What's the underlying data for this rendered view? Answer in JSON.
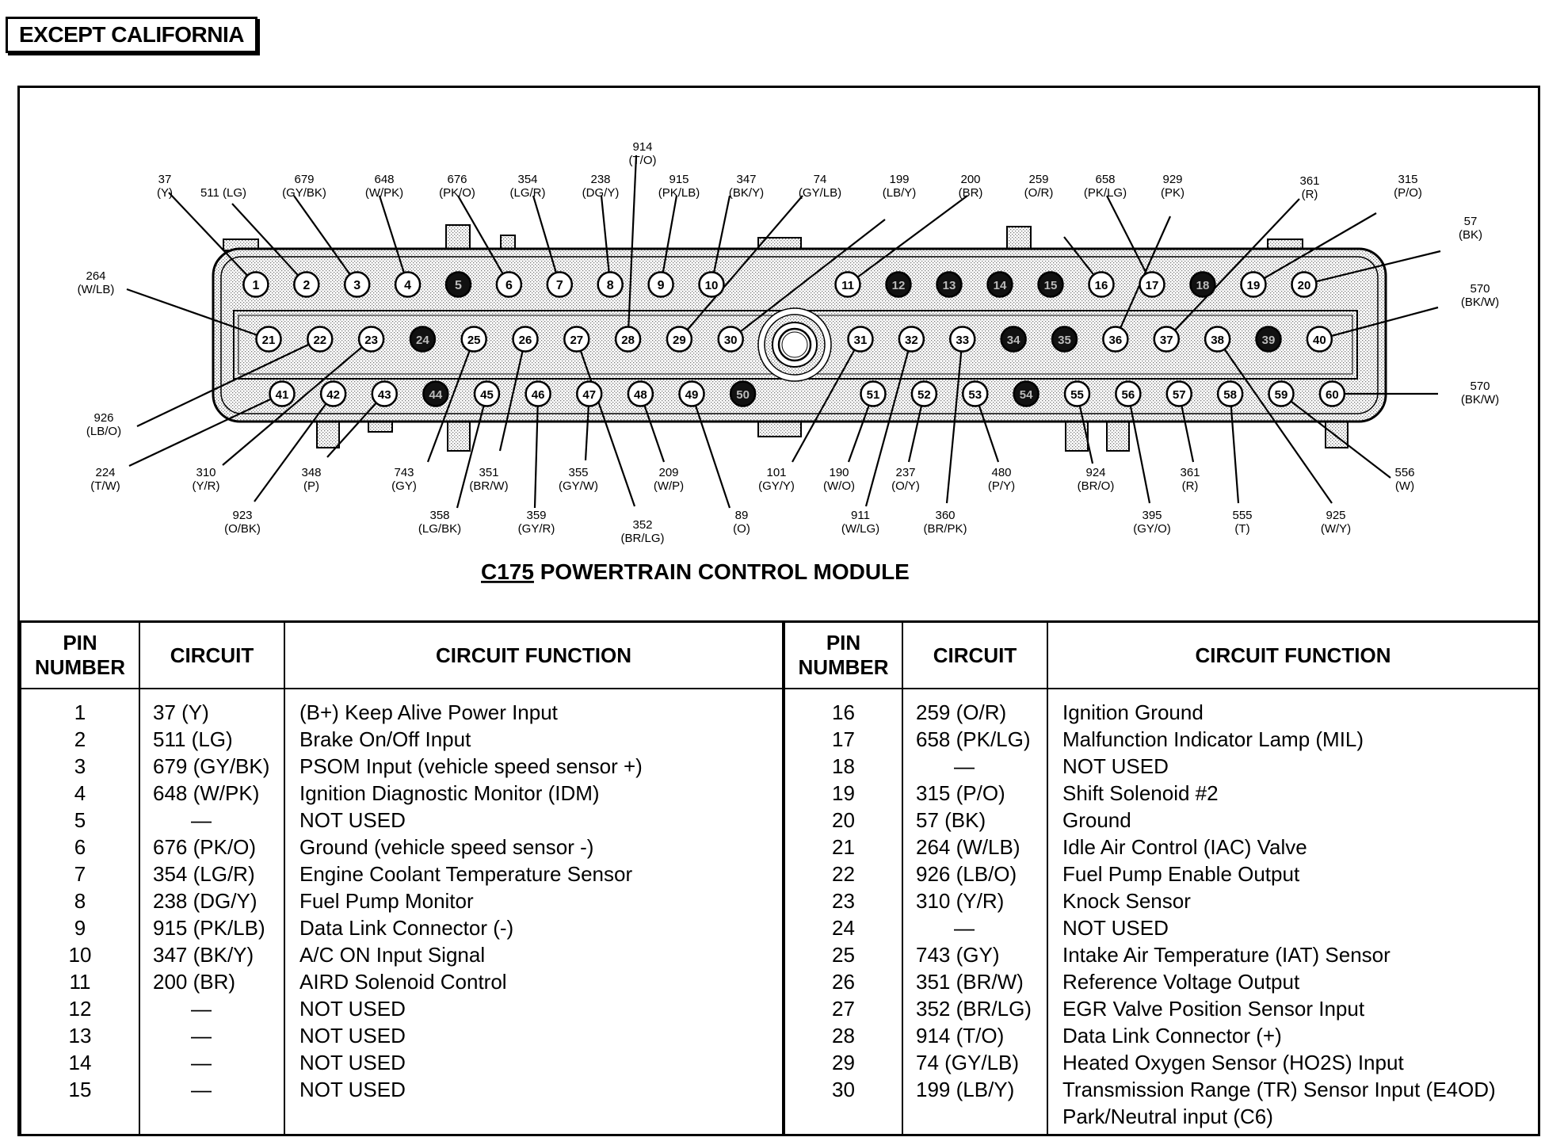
{
  "region_tag": "EXCEPT CALIFORNIA",
  "connector": {
    "title_prefix": "C175",
    "title_rest": " POWERTRAIN CONTROL MODULE",
    "filled_pins": [
      5,
      12,
      13,
      14,
      15,
      18,
      24,
      34,
      35,
      39,
      44,
      50,
      54
    ],
    "wire_labels": [
      {
        "pin": 1,
        "circuit": "37",
        "color": "(Y)"
      },
      {
        "pin": 2,
        "circuit": "511 (LG)",
        "color": ""
      },
      {
        "pin": 3,
        "circuit": "679",
        "color": "(GY/BK)"
      },
      {
        "pin": 4,
        "circuit": "648",
        "color": "(W/PK)"
      },
      {
        "pin": 6,
        "circuit": "676",
        "color": "(PK/O)"
      },
      {
        "pin": 7,
        "circuit": "354",
        "color": "(LG/R)"
      },
      {
        "pin": 8,
        "circuit": "238",
        "color": "(DG/Y)"
      },
      {
        "pin": 28,
        "circuit": "914",
        "color": "(T/O)"
      },
      {
        "pin": 9,
        "circuit": "915",
        "color": "(PK/LB)"
      },
      {
        "pin": 10,
        "circuit": "347",
        "color": "(BK/Y)"
      },
      {
        "pin": 29,
        "circuit": "74",
        "color": "(GY/LB)"
      },
      {
        "pin": 30,
        "circuit": "199",
        "color": "(LB/Y)"
      },
      {
        "pin": 11,
        "circuit": "200",
        "color": "(BR)"
      },
      {
        "pin": 16,
        "circuit": "259",
        "color": "(O/R)"
      },
      {
        "pin": 17,
        "circuit": "658",
        "color": "(PK/LG)"
      },
      {
        "pin": 36,
        "circuit": "929",
        "color": "(PK)"
      },
      {
        "pin": 37,
        "circuit": "361",
        "color": "(R)"
      },
      {
        "pin": 19,
        "circuit": "315",
        "color": "(P/O)"
      },
      {
        "pin": 20,
        "circuit": "57",
        "color": "(BK)"
      },
      {
        "pin": 40,
        "circuit": "570",
        "color": "(BK/W)"
      },
      {
        "pin": 60,
        "circuit": "570",
        "color": "(BK/W)"
      },
      {
        "pin": 21,
        "circuit": "264",
        "color": "(W/LB)"
      },
      {
        "pin": 22,
        "circuit": "926",
        "color": "(LB/O)"
      },
      {
        "pin": 41,
        "circuit": "224",
        "color": "(T/W)"
      },
      {
        "pin": 23,
        "circuit": "310",
        "color": "(Y/R)"
      },
      {
        "pin": 42,
        "circuit": "923",
        "color": "(O/BK)"
      },
      {
        "pin": 43,
        "circuit": "348",
        "color": "(P)"
      },
      {
        "pin": 25,
        "circuit": "743",
        "color": "(GY)"
      },
      {
        "pin": 45,
        "circuit": "358",
        "color": "(LG/BK)"
      },
      {
        "pin": 26,
        "circuit": "351",
        "color": "(BR/W)"
      },
      {
        "pin": 46,
        "circuit": "359",
        "color": "(GY/R)"
      },
      {
        "pin": 47,
        "circuit": "355",
        "color": "(GY/W)"
      },
      {
        "pin": 27,
        "circuit": "352",
        "color": "(BR/LG)"
      },
      {
        "pin": 48,
        "circuit": "209",
        "color": "(W/P)"
      },
      {
        "pin": 49,
        "circuit": "89",
        "color": "(O)"
      },
      {
        "pin": 31,
        "circuit": "101",
        "color": "(GY/Y)"
      },
      {
        "pin": 51,
        "circuit": "190",
        "color": "(W/O)"
      },
      {
        "pin": 32,
        "circuit": "911",
        "color": "(W/LG)"
      },
      {
        "pin": 52,
        "circuit": "237",
        "color": "(O/Y)"
      },
      {
        "pin": 33,
        "circuit": "360",
        "color": "(BR/PK)"
      },
      {
        "pin": 53,
        "circuit": "480",
        "color": "(P/Y)"
      },
      {
        "pin": 55,
        "circuit": "924",
        "color": "(BR/O)"
      },
      {
        "pin": 56,
        "circuit": "395",
        "color": "(GY/O)"
      },
      {
        "pin": 57,
        "circuit": "361",
        "color": "(R)"
      },
      {
        "pin": 58,
        "circuit": "555",
        "color": "(T)"
      },
      {
        "pin": 38,
        "circuit": "925",
        "color": "(W/Y)"
      },
      {
        "pin": 59,
        "circuit": "556",
        "color": "(W)"
      }
    ]
  },
  "table": {
    "headers": {
      "pin": "PIN NUMBER",
      "circuit": "CIRCUIT",
      "function": "CIRCUIT FUNCTION"
    },
    "left_rows": [
      {
        "pin": "1",
        "circuit": "37 (Y)",
        "function": "(B+) Keep Alive Power Input"
      },
      {
        "pin": "2",
        "circuit": "511 (LG)",
        "function": "Brake On/Off Input"
      },
      {
        "pin": "3",
        "circuit": "679 (GY/BK)",
        "function": "PSOM Input (vehicle speed sensor +)"
      },
      {
        "pin": "4",
        "circuit": "648 (W/PK)",
        "function": "Ignition Diagnostic Monitor (IDM)"
      },
      {
        "pin": "5",
        "circuit": "—",
        "function": "NOT USED"
      },
      {
        "pin": "6",
        "circuit": "676 (PK/O)",
        "function": "Ground (vehicle speed sensor -)"
      },
      {
        "pin": "7",
        "circuit": "354 (LG/R)",
        "function": "Engine Coolant Temperature Sensor"
      },
      {
        "pin": "8",
        "circuit": "238 (DG/Y)",
        "function": "Fuel Pump Monitor"
      },
      {
        "pin": "9",
        "circuit": "915 (PK/LB)",
        "function": "Data Link Connector (-)"
      },
      {
        "pin": "10",
        "circuit": "347 (BK/Y)",
        "function": "A/C ON Input Signal"
      },
      {
        "pin": "11",
        "circuit": "200 (BR)",
        "function": "AIRD Solenoid Control"
      },
      {
        "pin": "12",
        "circuit": "—",
        "function": "NOT USED"
      },
      {
        "pin": "13",
        "circuit": "—",
        "function": "NOT USED"
      },
      {
        "pin": "14",
        "circuit": "—",
        "function": "NOT USED"
      },
      {
        "pin": "15",
        "circuit": "—",
        "function": "NOT USED"
      }
    ],
    "right_rows": [
      {
        "pin": "16",
        "circuit": "259 (O/R)",
        "function": "Ignition Ground"
      },
      {
        "pin": "17",
        "circuit": "658 (PK/LG)",
        "function": "Malfunction Indicator Lamp (MIL)"
      },
      {
        "pin": "18",
        "circuit": "—",
        "function": "NOT USED"
      },
      {
        "pin": "19",
        "circuit": "315 (P/O)",
        "function": "Shift Solenoid #2"
      },
      {
        "pin": "20",
        "circuit": "57  (BK)",
        "function": "Ground"
      },
      {
        "pin": "21",
        "circuit": "264 (W/LB)",
        "function": "Idle Air Control (IAC) Valve"
      },
      {
        "pin": "22",
        "circuit": "926 (LB/O)",
        "function": "Fuel Pump Enable Output"
      },
      {
        "pin": "23",
        "circuit": "310 (Y/R)",
        "function": "Knock Sensor"
      },
      {
        "pin": "24",
        "circuit": "—",
        "function": "NOT USED"
      },
      {
        "pin": "25",
        "circuit": "743 (GY)",
        "function": "Intake Air Temperature (IAT) Sensor"
      },
      {
        "pin": "26",
        "circuit": "351 (BR/W)",
        "function": "Reference Voltage Output"
      },
      {
        "pin": "27",
        "circuit": "352 (BR/LG)",
        "function": "EGR Valve Position Sensor Input"
      },
      {
        "pin": "28",
        "circuit": "914 (T/O)",
        "function": "Data Link Connector (+)"
      },
      {
        "pin": "29",
        "circuit": "74 (GY/LB)",
        "function": "Heated Oxygen Sensor (HO2S)  Input"
      },
      {
        "pin": "30",
        "circuit": "199 (LB/Y)",
        "function": "Transmission Range (TR) Sensor Input (E4OD)"
      },
      {
        "pin": "",
        "circuit": "",
        "function": "Park/Neutral input (C6)"
      }
    ]
  }
}
